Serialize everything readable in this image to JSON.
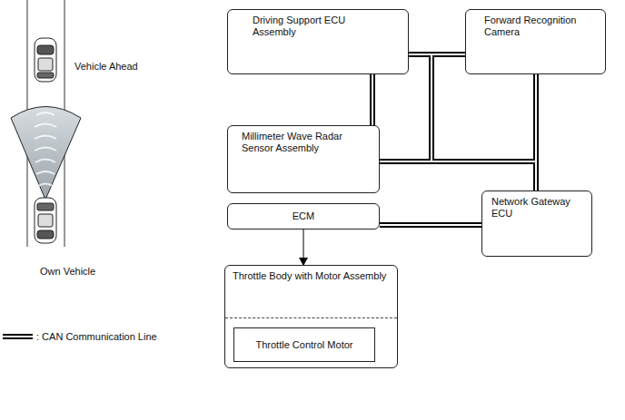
{
  "diagram": {
    "nodes": [
      {
        "text": [
          "Driving Support ECU Assembly"
        ]
      },
      {
        "text": [
          "Forward Recognition Camera"
        ]
      },
      {
        "text": [
          "Millimeter Wave Radar Sensor Assembly"
        ]
      },
      {
        "text": [
          "ECM"
        ]
      },
      {
        "text": [
          "Network Gateway ECU"
        ]
      },
      {
        "text": [
          "Throttle Body with Motor Assembly"
        ]
      },
      {
        "text": [
          "Throttle Control Motor"
        ],
        "in": 5
      }
    ],
    "edges": [
      {
        "from": 0,
        "to": 1,
        "arrow": "none"
      },
      {
        "from": 0,
        "to": 2,
        "arrow": "none"
      },
      {
        "from": 1,
        "to": 2,
        "arrow": "none"
      },
      {
        "from": 1,
        "to": 4,
        "arrow": "none"
      },
      {
        "from": 2,
        "to": 4,
        "arrow": "none"
      },
      {
        "from": 3,
        "to": 4,
        "arrow": "none"
      },
      {
        "from": 3,
        "to": 5,
        "arrow": "to"
      }
    ],
    "labels": [
      "Vehicle Ahead",
      "Own Vehicle"
    ],
    "legend": [
      {
        "text": ": CAN Communication Line"
      }
    ]
  }
}
